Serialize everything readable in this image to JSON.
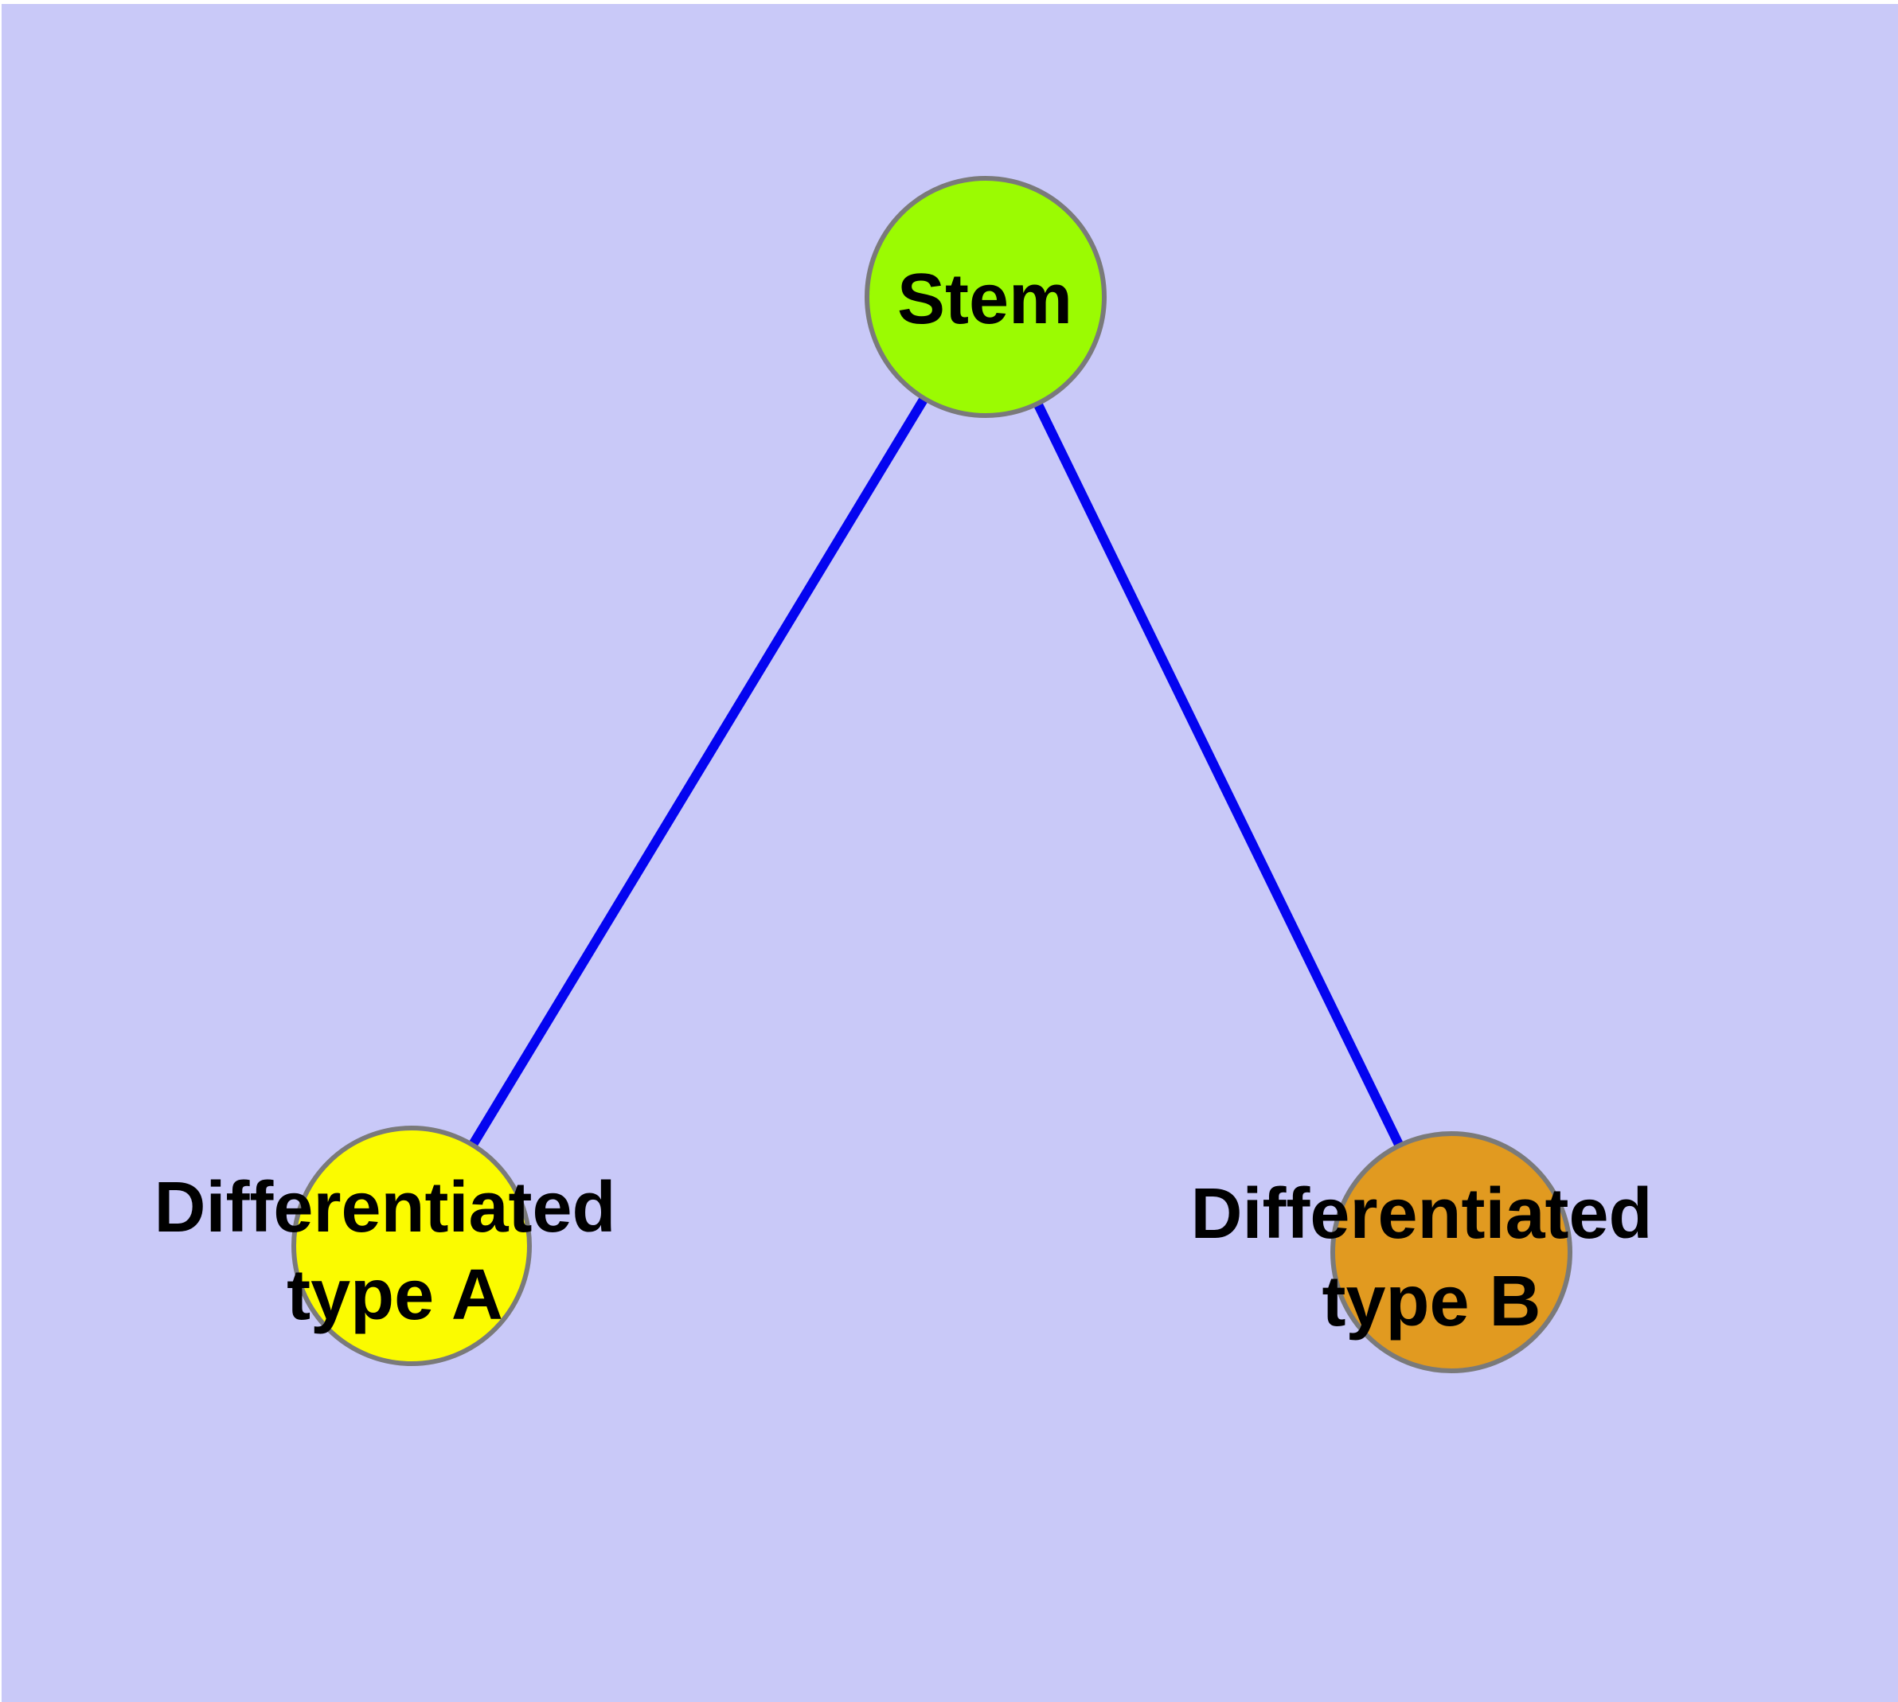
{
  "diagram": {
    "type": "graph",
    "description": "Stem cell differentiation graph with one parent node and two child nodes connected by straight edges",
    "background_color": "#C9C9F8",
    "margin_color": "#FFFFFF",
    "edge_color": "#0404F0",
    "node_border_color": "#7A7A7A",
    "label_color": "#000000",
    "nodes": [
      {
        "id": "stem",
        "label": "Stem",
        "fill": "#9BFB02"
      },
      {
        "id": "type_a",
        "label_line1": "Differentiated",
        "label_line2": "type A",
        "fill": "#FBFB00"
      },
      {
        "id": "type_b",
        "label_line1": "Differentiated",
        "label_line2": "type B",
        "fill": "#E19A20"
      }
    ],
    "edges": [
      {
        "from": "Stem",
        "to": "Differentiated type A"
      },
      {
        "from": "Stem",
        "to": "Differentiated type B"
      }
    ]
  }
}
